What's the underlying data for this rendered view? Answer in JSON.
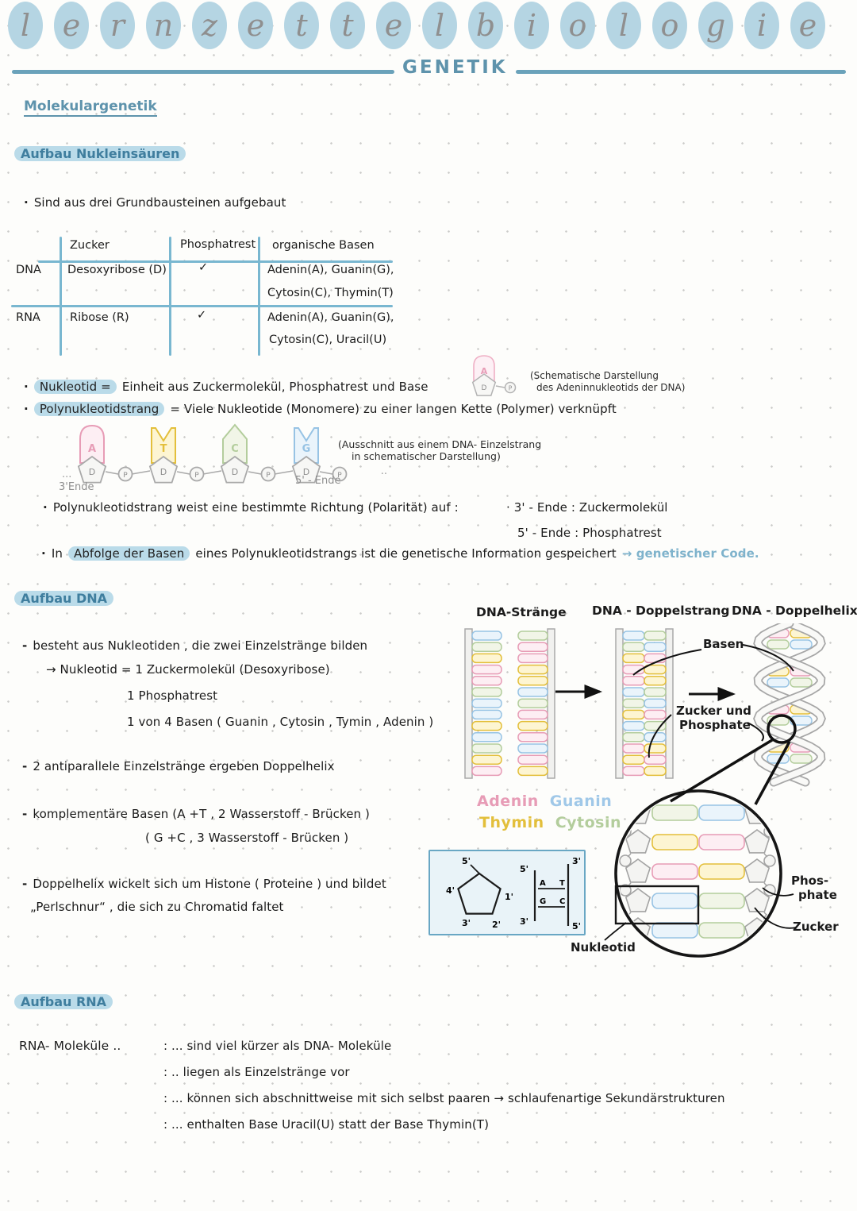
{
  "colors": {
    "accent": "#5e93ac",
    "highlight": "#badbe9",
    "adenin": "#e79cb6",
    "guanin": "#a0c8e8",
    "thymin": "#e3bf3b",
    "cytosin": "#b3cd9c"
  },
  "header": {
    "script_title": "lernzettelbiologie",
    "page_title": "GENETIK",
    "subtitle": "Molekulargenetik"
  },
  "sections": {
    "s1_title": "Aufbau Nukleinsäuren",
    "s2_title": "Aufbau DNA",
    "s3_title": "Aufbau RNA"
  },
  "intro": {
    "bullet": "·",
    "text": "Sind aus drei Grundbausteinen aufgebaut"
  },
  "table": {
    "headers": [
      "Zucker",
      "Phosphatrest",
      "organische Basen"
    ],
    "rows": [
      {
        "label": "DNA",
        "zucker": "Desoxyribose (D)",
        "phosphat": "✓",
        "basen1": "Adenin(A), Guanin(G),",
        "basen2": "Cytosin(C), Thymin(T)"
      },
      {
        "label": "RNA",
        "zucker": "Ribose (R)",
        "phosphat": "✓",
        "basen1": "Adenin(A), Guanin(G),",
        "basen2": "Cytosin(C), Uracil(U)"
      }
    ]
  },
  "nukleotid": {
    "term": "Nukleotid =",
    "definition": "Einheit aus Zuckermolekül, Phosphatrest und Base",
    "caption1": "(Schematische Darstellung",
    "caption2": "des Adeninnukleotids der DNA)"
  },
  "polynukleotid": {
    "term": "Polynukleotidstrang",
    "definition": "= Viele Nukleotide (Monomere) zu einer langen Kette (Polymer) verknüpft",
    "caption1": "(Ausschnitt aus einem DNA- Einzelstrang",
    "caption2": "in schematischer Darstellung)",
    "ende3": "3'Ende",
    "ende5": "5' - Ende",
    "strand_letters": [
      "A",
      "T",
      "C",
      "G"
    ],
    "sugar_letter": "D",
    "phosphate_letter": "P"
  },
  "polaritaet": {
    "bullet": "·",
    "text": "Polynukleotidstrang weist eine bestimmte Richtung (Polarität) auf :",
    "p3": "· 3' - Ende : Zuckermolekül",
    "p5": "5' - Ende : Phosphatrest"
  },
  "abfolge": {
    "bullet": "·",
    "pre": "In",
    "highlight": "Abfolge der Basen",
    "post": "eines Polynukleotidstrangs ist die genetische Information gespeichert",
    "code": "→ genetischer Code."
  },
  "dna": {
    "diagram_titles": [
      "DNA-Stränge",
      "DNA - Doppelstrang",
      "DNA - Doppelhelix"
    ],
    "label_basen": "Basen",
    "label_zp1": "Zucker und",
    "label_zp2": "Phosphate",
    "bullets": {
      "b1": "besteht aus Nukleotiden , die zwei Einzelstränge bilden",
      "b1a": "→ Nukleotid = 1 Zuckermolekül (Desoxyribose)",
      "b1b": "1 Phosphatrest",
      "b1c": "1 von 4 Basen ( Guanin , Cytosin , Tymin , Adenin )",
      "b2": "2 antiparallele Einzelstränge ergeben Doppelhelix",
      "b3": "komplementäre Basen (A +T , 2 Wasserstoff - Brücken )",
      "b3b": "( G +C , 3 Wasserstoff - Brücken )",
      "b4": "Doppelhelix wickelt sich um Histone ( Proteine ) und bildet",
      "b4b": "„Perlschnur“ , die sich zu Chromatid faltet"
    },
    "legend": [
      {
        "name": "Adenin",
        "color_key": "adenin"
      },
      {
        "name": "Guanin",
        "color_key": "guanin"
      },
      {
        "name": "Thymin",
        "color_key": "thymin"
      },
      {
        "name": "Cytosin",
        "color_key": "cytosin"
      }
    ],
    "detail": {
      "phosphate1": "Phos-",
      "phosphate2": "phate",
      "zucker": "Zucker",
      "nukleotid": "Nukleotid"
    },
    "box": {
      "pentagon_labels": [
        "5'",
        "4'",
        "1'",
        "3'",
        "2'"
      ],
      "left_top": "5'",
      "left_bottom": "3'",
      "right_top": "3'",
      "right_bottom": "5'",
      "pairs": [
        [
          "A",
          "T"
        ],
        [
          "G",
          "C"
        ]
      ]
    },
    "sequences": {
      "strand1": [
        "G",
        "C",
        "T",
        "A",
        "A",
        "C",
        "G",
        "G",
        "T",
        "G",
        "C",
        "T",
        "A"
      ],
      "strand2": [
        "C",
        "A",
        "A",
        "T",
        "T",
        "G",
        "C",
        "A",
        "T",
        "A",
        "G",
        "A",
        "T"
      ],
      "duplex": [
        "G",
        "C",
        "T",
        "A",
        "A",
        "G",
        "C",
        "T",
        "G",
        "C",
        "A",
        "T",
        "A"
      ],
      "helix_pairs": [
        [
          "A",
          "T"
        ],
        [
          "C",
          "G"
        ],
        [
          "T",
          "A"
        ],
        [
          "G",
          "C"
        ],
        [
          "A",
          "T"
        ],
        [
          "C",
          "G"
        ],
        [
          "T",
          "A"
        ],
        [
          "G",
          "C"
        ]
      ],
      "detail_pairs": [
        [
          "C",
          "G"
        ],
        [
          "T",
          "A"
        ],
        [
          "A",
          "T"
        ],
        [
          "G",
          "C"
        ],
        [
          "G",
          "C"
        ]
      ]
    }
  },
  "rna": {
    "lead": "RNA- Moleküle ..",
    "items": [
      ": ... sind viel kürzer als DNA- Moleküle",
      ": .. liegen als Einzelstränge vor",
      ": ... können sich abschnittweise mit sich selbst paaren → schlaufenartige Sekundärstrukturen",
      ": ... enthalten Base Uracil(U) statt der Base Thymin(T)"
    ]
  }
}
